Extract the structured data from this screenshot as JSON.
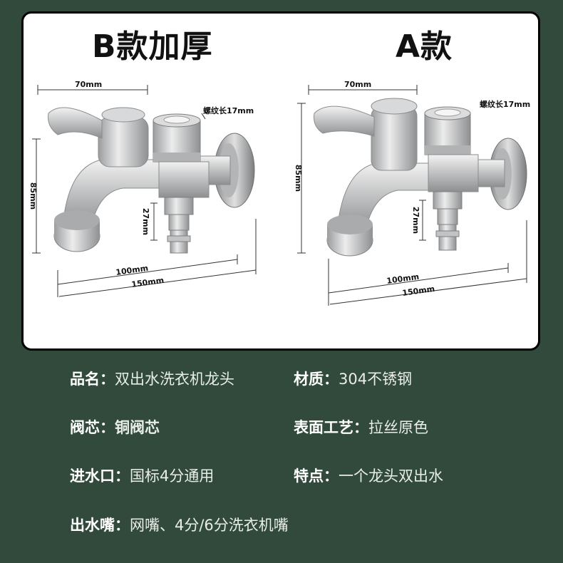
{
  "variants": {
    "b": {
      "title": "B款加厚"
    },
    "a": {
      "title": "A款"
    }
  },
  "dimensions": {
    "width_top": "70mm",
    "height": "85mm",
    "thread": "螺纹长17mm",
    "outlet": "27mm",
    "length_short": "100mm",
    "length_long": "150mm"
  },
  "specs": [
    {
      "key": "品名：",
      "value": "双出水洗衣机龙头"
    },
    {
      "key": "材质：",
      "value": "304不锈钢"
    },
    {
      "key": "阀芯：",
      "value": "铜阀芯"
    },
    {
      "key": "表面工艺：",
      "value": "拉丝原色"
    },
    {
      "key": "进水口：",
      "value": "国标4分通用"
    },
    {
      "key": "特点：",
      "value": "一个龙头双出水"
    },
    {
      "key": "出水嘴：",
      "value": "网嘴、4分/6分洗衣机嘴"
    }
  ],
  "colors": {
    "background": "#324a3c",
    "card": "#ffffff",
    "steel": "#c9cacb"
  }
}
